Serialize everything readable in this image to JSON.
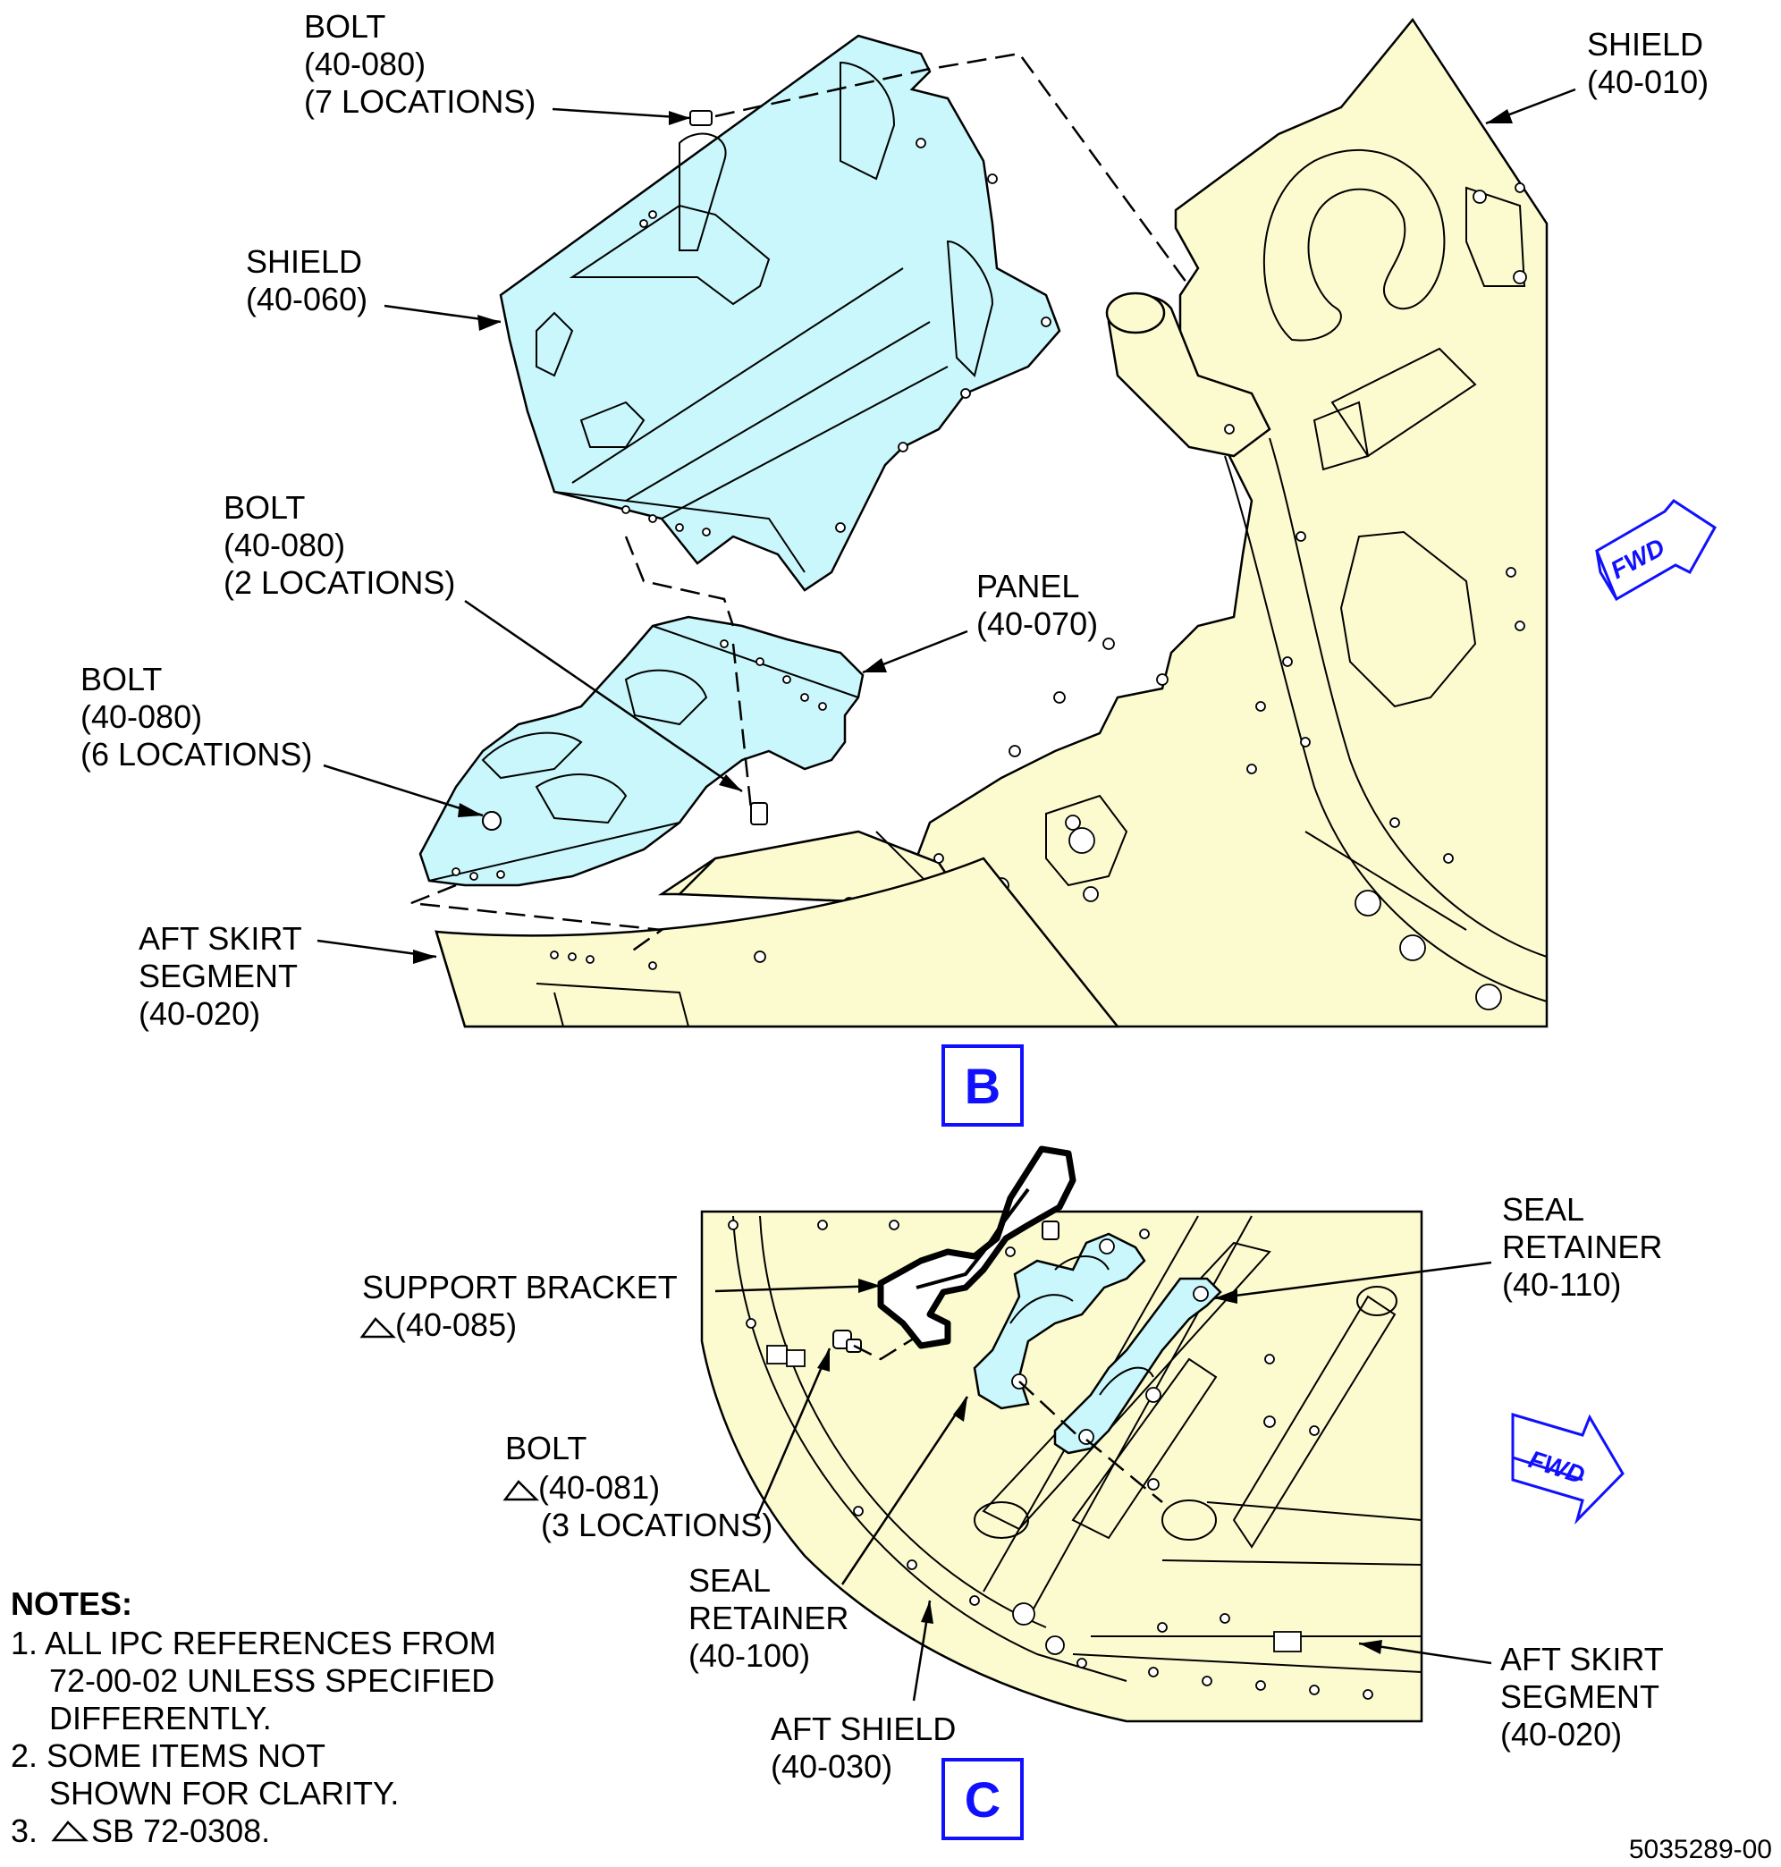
{
  "view_b": {
    "letter": "B",
    "labels": {
      "bolt_7": [
        "BOLT",
        "(40-080)",
        "(7 LOCATIONS)"
      ],
      "shield_010": [
        "SHIELD",
        "(40-010)"
      ],
      "shield_060": [
        "SHIELD",
        "(40-060)"
      ],
      "bolt_2": [
        "BOLT",
        "(40-080)",
        "(2 LOCATIONS)"
      ],
      "panel": [
        "PANEL",
        "(40-070)"
      ],
      "bolt_6": [
        "BOLT",
        "(40-080)",
        "(6 LOCATIONS)"
      ],
      "aft_skirt": [
        "AFT SKIRT",
        "SEGMENT",
        "(40-020)"
      ]
    },
    "fwd": "FWD"
  },
  "view_c": {
    "letter": "C",
    "labels": {
      "support_bracket": [
        "SUPPORT BRACKET",
        "(40-085)"
      ],
      "seal_retainer_110": [
        "SEAL",
        "RETAINER",
        "(40-110)"
      ],
      "bolt_081": [
        "BOLT",
        "(40-081)",
        "(3 LOCATIONS)"
      ],
      "seal_retainer_100": [
        "SEAL",
        "RETAINER",
        "(40-100)"
      ],
      "aft_shield": [
        "AFT SHIELD",
        "(40-030)"
      ],
      "aft_skirt": [
        "AFT SKIRT",
        "SEGMENT",
        "(40-020)"
      ]
    },
    "fwd": "FWD"
  },
  "notes": {
    "title": "NOTES:",
    "items": [
      "1. ALL IPC REFERENCES FROM",
      "72-00-02 UNLESS SPECIFIED",
      "DIFFERENTLY.",
      "2. SOME ITEMS NOT",
      "SHOWN FOR CLARITY.",
      "3.",
      "SB 72-0308."
    ]
  },
  "document_number": "5035289-00",
  "colors": {
    "yellow_part": "#fcfbd0",
    "cyan_part": "#c9f7fb",
    "accent_blue": "#1010ff"
  }
}
